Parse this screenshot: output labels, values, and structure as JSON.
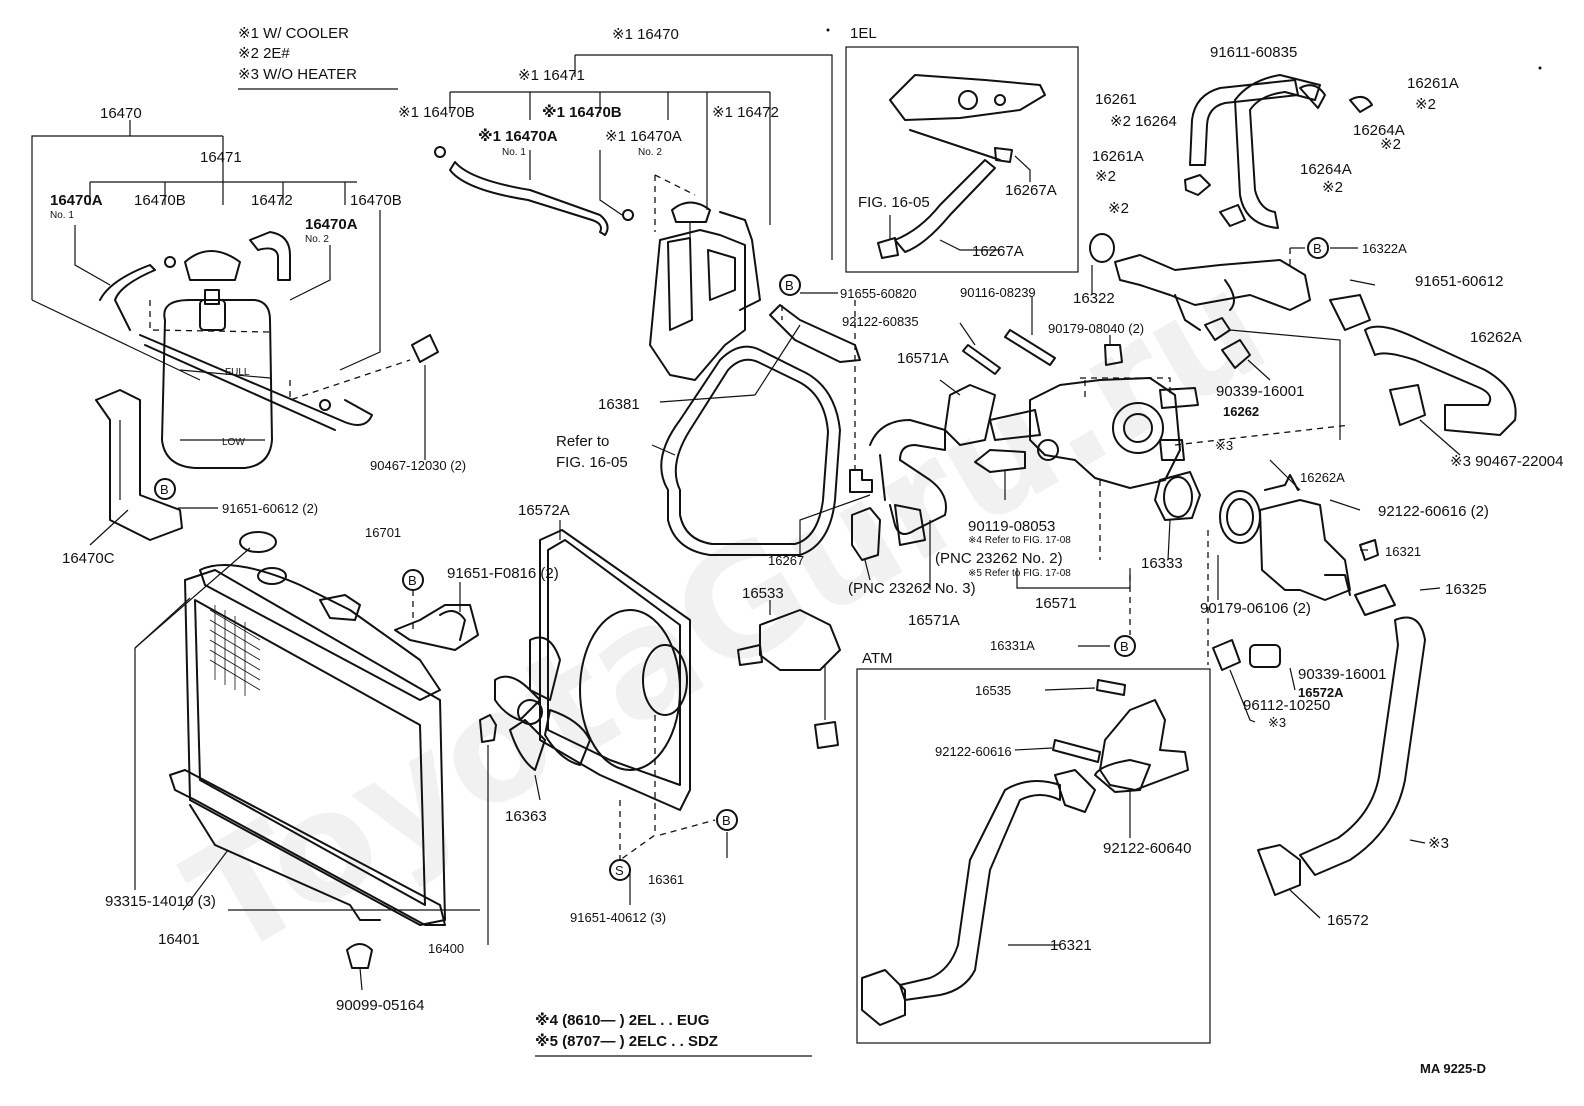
{
  "diagram": {
    "notes": [
      "※1 W/ COOLER",
      "※2 2E#",
      "※3 W/O HEATER"
    ],
    "section_1el": "1EL",
    "section_atm": "ATM",
    "footer_notes": [
      "※4 (8610—      ) 2EL . . EUG",
      "※5 (8707—      ) 2ELC . . SDZ"
    ],
    "figure_code": "MA  9225-D",
    "watermark": "ToyotaGuru.ru",
    "badge_b": "B",
    "badge_s": "S",
    "labels": [
      {
        "id": "16470-left",
        "text": "16470"
      },
      {
        "id": "16471-left",
        "text": "16471"
      },
      {
        "id": "16470A-no1-left",
        "text": "16470A"
      },
      {
        "id": "16470A-no1-left-sub",
        "text": "No. 1"
      },
      {
        "id": "16470B-left-a",
        "text": "16470B"
      },
      {
        "id": "16472-left",
        "text": "16472"
      },
      {
        "id": "16470B-left-b",
        "text": "16470B"
      },
      {
        "id": "16470A-no2-left",
        "text": "16470A"
      },
      {
        "id": "16470A-no2-left-sub",
        "text": "No. 2"
      },
      {
        "id": "90467-12030",
        "text": "90467-12030 (2)"
      },
      {
        "id": "91651-60612-2",
        "text": "91651-60612 (2)"
      },
      {
        "id": "16470C",
        "text": "16470C"
      },
      {
        "id": "16470-top",
        "text": "※1 16470"
      },
      {
        "id": "16471-top",
        "text": "※1 16471"
      },
      {
        "id": "16470B-top",
        "text": "※1 16470B"
      },
      {
        "id": "16470A-no1-top",
        "text": "※1 16470A"
      },
      {
        "id": "16470A-no1-top-sub",
        "text": "No. 1"
      },
      {
        "id": "16470B-top-b",
        "text": "※1 16470B"
      },
      {
        "id": "16470A-no2-top",
        "text": "※1 16470A"
      },
      {
        "id": "16470A-no2-top-sub",
        "text": "No. 2"
      },
      {
        "id": "16472-top",
        "text": "※1 16472"
      },
      {
        "id": "91655-60820",
        "text": "91655-60820"
      },
      {
        "id": "16381",
        "text": "16381"
      },
      {
        "id": "refer-fig-16-05-a",
        "text": "Refer to"
      },
      {
        "id": "refer-fig-16-05-b",
        "text": "FIG. 16-05"
      },
      {
        "id": "16267A-left",
        "text": "16267A"
      },
      {
        "id": "16267A-right",
        "text": "16267A"
      },
      {
        "id": "16267",
        "text": "16267"
      },
      {
        "id": "90116-08239",
        "text": "90116-08239"
      },
      {
        "id": "92122-60835",
        "text": "92122-60835"
      },
      {
        "id": "90179-08040",
        "text": "90179-08040 (2)"
      },
      {
        "id": "16571A-top",
        "text": "16571A"
      },
      {
        "id": "90119-08053",
        "text": "90119-08053"
      },
      {
        "id": "refer-17-08-a",
        "text": "※4 Refer to FIG. 17-08"
      },
      {
        "id": "refer-17-08-a-sub",
        "text": "(PNC 23262  No. 2)"
      },
      {
        "id": "refer-17-08-b",
        "text": "※5 Refer to FIG. 17-08"
      },
      {
        "id": "refer-17-08-b-sub",
        "text": "(PNC 23262  No. 3)"
      },
      {
        "id": "16571A-bottom",
        "text": "16571A"
      },
      {
        "id": "16571",
        "text": "16571"
      },
      {
        "id": "16333",
        "text": "16333"
      },
      {
        "id": "16331A",
        "text": "16331A"
      },
      {
        "id": "91611-60835",
        "text": "91611-60835"
      },
      {
        "id": "16264",
        "text": "※2 16264"
      },
      {
        "id": "16261",
        "text": "16261"
      },
      {
        "id": "16261-mark",
        "text": "※2"
      },
      {
        "id": "16261A-right",
        "text": "16261A"
      },
      {
        "id": "16261A-right-mark",
        "text": "※2"
      },
      {
        "id": "16264A-top",
        "text": "16264A"
      },
      {
        "id": "16264A-top-mark",
        "text": "※2"
      },
      {
        "id": "16261A-left",
        "text": "16261A"
      },
      {
        "id": "16261A-left-mark",
        "text": "※2"
      },
      {
        "id": "16264A-mid",
        "text": "16264A"
      },
      {
        "id": "16264A-mid-mark",
        "text": "※2"
      },
      {
        "id": "16322",
        "text": "16322"
      },
      {
        "id": "16322A",
        "text": "16322A"
      },
      {
        "id": "91651-60612",
        "text": "91651-60612"
      },
      {
        "id": "16262A-top",
        "text": "16262A"
      },
      {
        "id": "16262",
        "text": "16262"
      },
      {
        "id": "90339-16001-top",
        "text": "90339-16001"
      },
      {
        "id": "90339-16001-top-mark",
        "text": "※3"
      },
      {
        "id": "90467-22004",
        "text": "※3 90467-22004"
      },
      {
        "id": "16262A-bottom",
        "text": "16262A"
      },
      {
        "id": "92122-60616-2",
        "text": "92122-60616 (2)"
      },
      {
        "id": "16321-top",
        "text": "16321"
      },
      {
        "id": "90179-06106",
        "text": "90179-06106 (2)"
      },
      {
        "id": "16325",
        "text": "16325"
      },
      {
        "id": "16572A-top",
        "text": "16572A"
      },
      {
        "id": "90339-16001-bottom",
        "text": "90339-16001"
      },
      {
        "id": "90339-16001-bottom-mark",
        "text": "※3"
      },
      {
        "id": "96112-10250",
        "text": "96112-10250"
      },
      {
        "id": "96112-10250-mark",
        "text": "※3"
      },
      {
        "id": "16572-right",
        "text": "16572"
      },
      {
        "id": "16572A-bottom",
        "text": "16572A"
      },
      {
        "id": "16701",
        "text": "16701"
      },
      {
        "id": "91651-F0816",
        "text": "91651-F0816 (2)"
      },
      {
        "id": "16533",
        "text": "16533"
      },
      {
        "id": "16363",
        "text": "16363"
      },
      {
        "id": "16361",
        "text": "16361"
      },
      {
        "id": "91651-40612",
        "text": "91651-40612 (3)"
      },
      {
        "id": "93315-14010",
        "text": "93315-14010 (3)"
      },
      {
        "id": "16401",
        "text": "16401"
      },
      {
        "id": "16400",
        "text": "16400"
      },
      {
        "id": "90099-05164",
        "text": "90099-05164"
      },
      {
        "id": "16535",
        "text": "16535"
      },
      {
        "id": "92122-60616-atm",
        "text": "92122-60616"
      },
      {
        "id": "92122-60640",
        "text": "92122-60640"
      },
      {
        "id": "16321-atm",
        "text": "16321"
      },
      {
        "id": "16572-atm",
        "text": "16572"
      }
    ]
  }
}
